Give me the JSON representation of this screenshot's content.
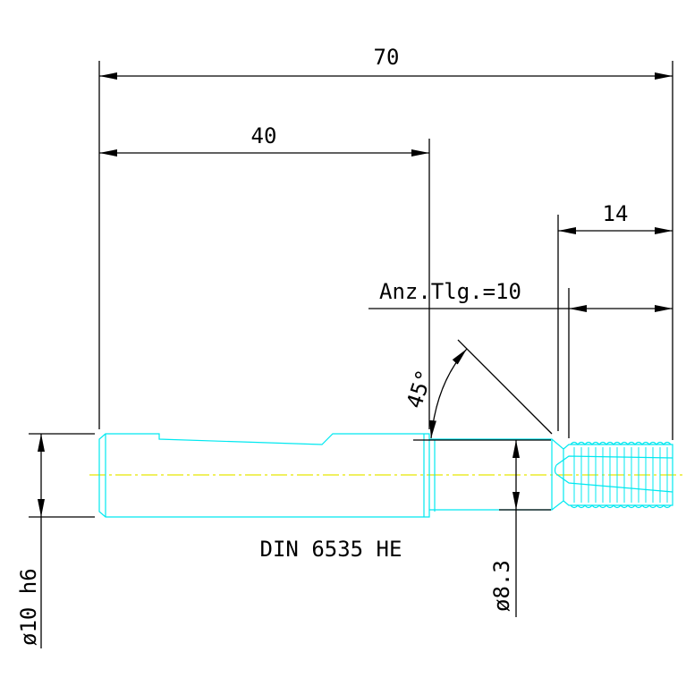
{
  "dimensions": {
    "overall_length": "70",
    "shank_length": "40",
    "thread_length": "14",
    "tooth_count_label": "Anz.Tlg.=10",
    "chamfer_angle": "45°",
    "shank_diameter": "ø10 h6",
    "neck_diameter": "ø8.3"
  },
  "standard_label": "DIN 6535 HE",
  "colors": {
    "dimension_lines": "#000000",
    "part_outline": "#00e8f0",
    "center_line": "#e8e800",
    "background": "#ffffff"
  }
}
